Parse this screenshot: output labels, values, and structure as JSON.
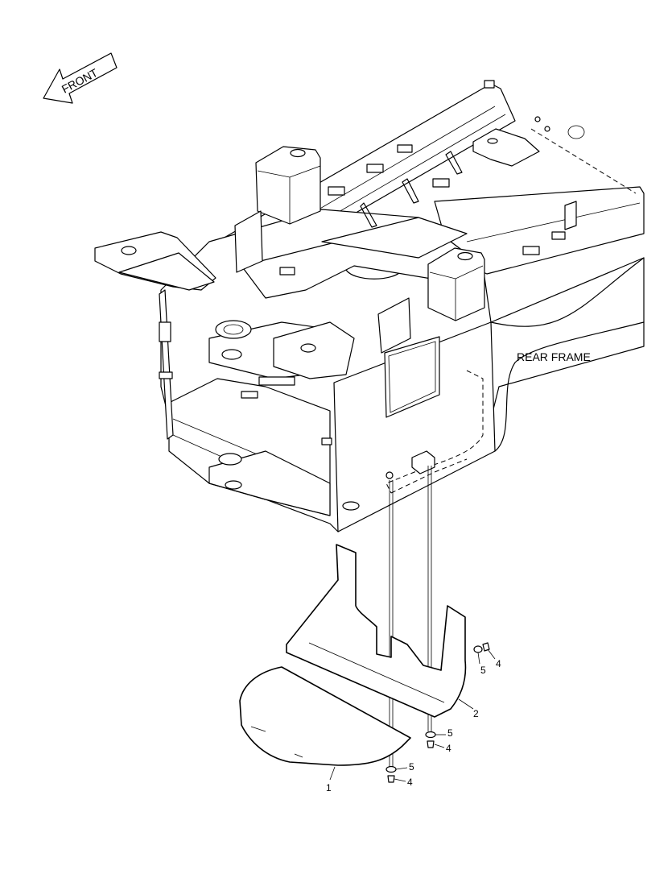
{
  "front_arrow": {
    "text": "FRONT"
  },
  "frame_label": "REAR FRAME",
  "callouts": [
    {
      "id": "c1",
      "text": "1"
    },
    {
      "id": "c2",
      "text": "2"
    },
    {
      "id": "c4a",
      "text": "4"
    },
    {
      "id": "c5a",
      "text": "5"
    },
    {
      "id": "c4b",
      "text": "4"
    },
    {
      "id": "c5b",
      "text": "5"
    },
    {
      "id": "c4c",
      "text": "4"
    },
    {
      "id": "c5c",
      "text": "5"
    }
  ],
  "colors": {
    "line": "#000000",
    "background": "#ffffff"
  }
}
